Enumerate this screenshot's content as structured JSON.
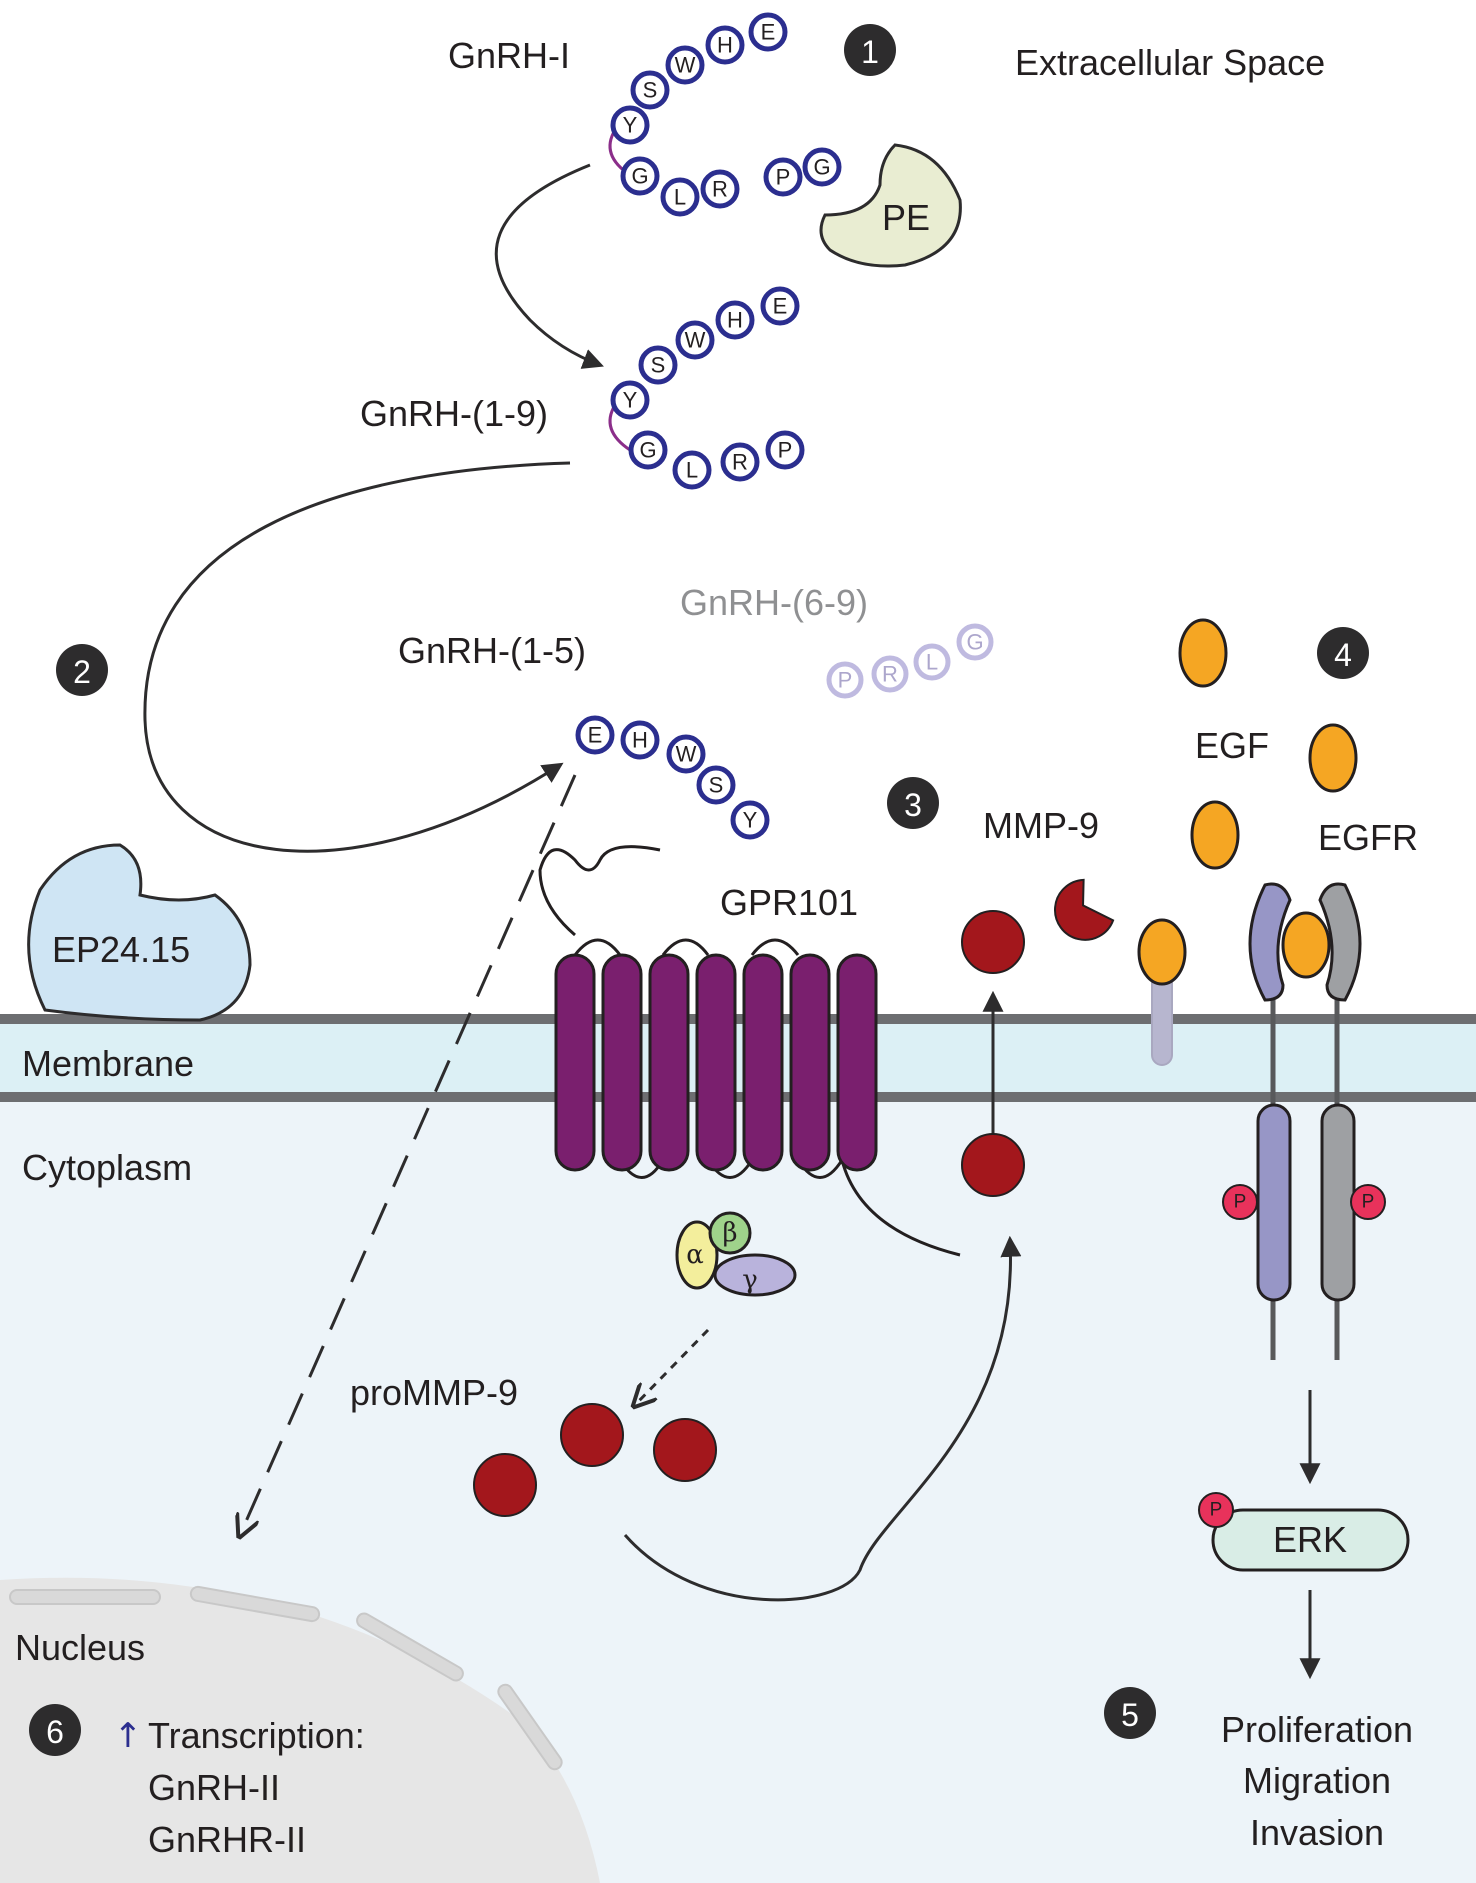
{
  "labels": {
    "extracellular": "Extracellular Space",
    "membrane": "Membrane",
    "cytoplasm": "Cytoplasm",
    "nucleus": "Nucleus",
    "gnrh1": "GnRH-I",
    "pe": "PE",
    "gnrh19": "GnRH-(1-9)",
    "gnrh69": "GnRH-(6-9)",
    "gnrh15": "GnRH-(1-5)",
    "ep2415": "EP24.15",
    "gpr101": "GPR101",
    "mmp9": "MMP-9",
    "prommp9": "proMMP-9",
    "egf": "EGF",
    "egfr": "EGFR",
    "erk": "ERK",
    "outcome1": "Proliferation",
    "outcome2": "Migration",
    "outcome3": "Invasion",
    "transcription": "Transcription:",
    "gene1": "GnRH-II",
    "gene2": "GnRHR-II"
  },
  "steps": [
    "1",
    "2",
    "3",
    "4",
    "5",
    "6"
  ],
  "gprotein": {
    "alpha": "α",
    "beta": "β",
    "gamma": "γ"
  },
  "phospho": "P",
  "up_arrow": "↑",
  "peptides": {
    "gnrh1_top": [
      "Y",
      "S",
      "W",
      "H",
      "E"
    ],
    "gnrh1_bottom": [
      "G",
      "L",
      "R",
      "P",
      "G"
    ],
    "gnrh19_top": [
      "Y",
      "S",
      "W",
      "H",
      "E"
    ],
    "gnrh19_bottom": [
      "G",
      "L",
      "R",
      "P"
    ],
    "gnrh69": [
      "P",
      "R",
      "L",
      "G"
    ],
    "gnrh15": [
      "E",
      "H",
      "W",
      "S",
      "Y"
    ]
  },
  "colors": {
    "residue_ring": "#2b2e8f",
    "receptor": "#7a1f6e",
    "mmp9": "#a3171c",
    "egf": "#f5a623",
    "membrane_band": "#dcf0f5",
    "membrane_line": "#6d6e71",
    "cytoplasm": "#edf4f9",
    "nucleus": "#ececec",
    "ep2415": "#cfe5f4",
    "pe": "#e9edd2",
    "erk": "#d9ede6",
    "phospho": "#e8325b",
    "egfr_left": "#9796c6",
    "egfr_right": "#9ea0a3",
    "alpha": "#f3ee9c",
    "beta": "#9fd38b",
    "gamma": "#b9b3dc",
    "step_badge": "#2d2c2d"
  }
}
